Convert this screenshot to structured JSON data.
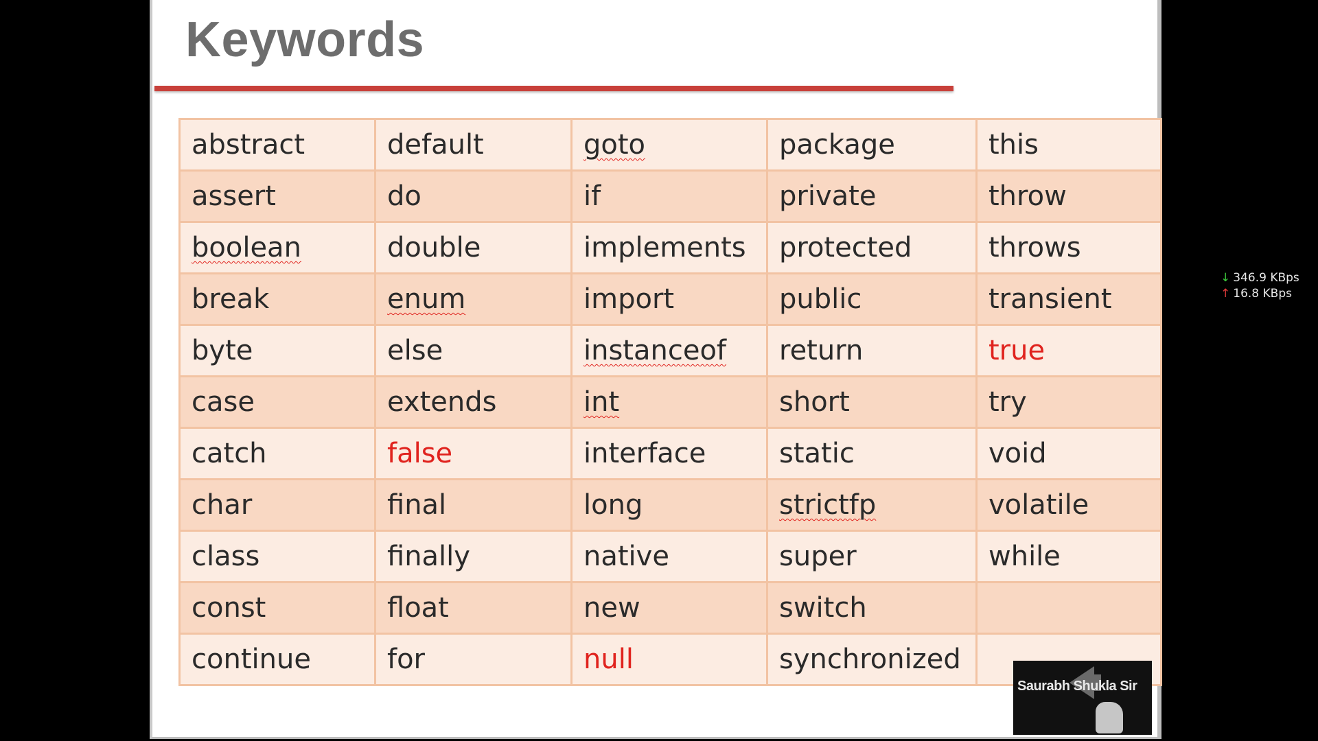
{
  "slide": {
    "title": "Keywords",
    "rows": [
      [
        "abstract",
        "default",
        "goto",
        "package",
        "this"
      ],
      [
        "assert",
        "do",
        "if",
        "private",
        "throw"
      ],
      [
        "boolean",
        "double",
        "implements",
        "protected",
        "throws"
      ],
      [
        "break",
        "enum",
        "import",
        "public",
        "transient"
      ],
      [
        "byte",
        "else",
        "instanceof",
        "return",
        "true"
      ],
      [
        "case",
        "extends",
        "int",
        "short",
        "try"
      ],
      [
        "catch",
        "false",
        "interface",
        "static",
        "void"
      ],
      [
        "char",
        "final",
        "long",
        "strictfp",
        "volatile"
      ],
      [
        "class",
        "finally",
        "native",
        "super",
        "while"
      ],
      [
        "const",
        "float",
        "new",
        "switch",
        ""
      ],
      [
        "continue",
        "for",
        "null",
        "synchronized",
        ""
      ]
    ],
    "red_words": [
      "true",
      "false",
      "null"
    ],
    "squiggle_words": [
      "goto",
      "boolean",
      "enum",
      "instanceof",
      "int",
      "strictfp"
    ],
    "colors": {
      "accent_rule": "#c8403a",
      "red_text": "#e0231e",
      "row_light": "#fcece2",
      "row_dark": "#f9d8c3"
    }
  },
  "presenter": {
    "name": "Saurabh Shukla Sir"
  },
  "network": {
    "download": "346.9 KBps",
    "upload": "16.8 KBps",
    "download_icon": "down-arrow-icon",
    "upload_icon": "up-arrow-icon"
  }
}
